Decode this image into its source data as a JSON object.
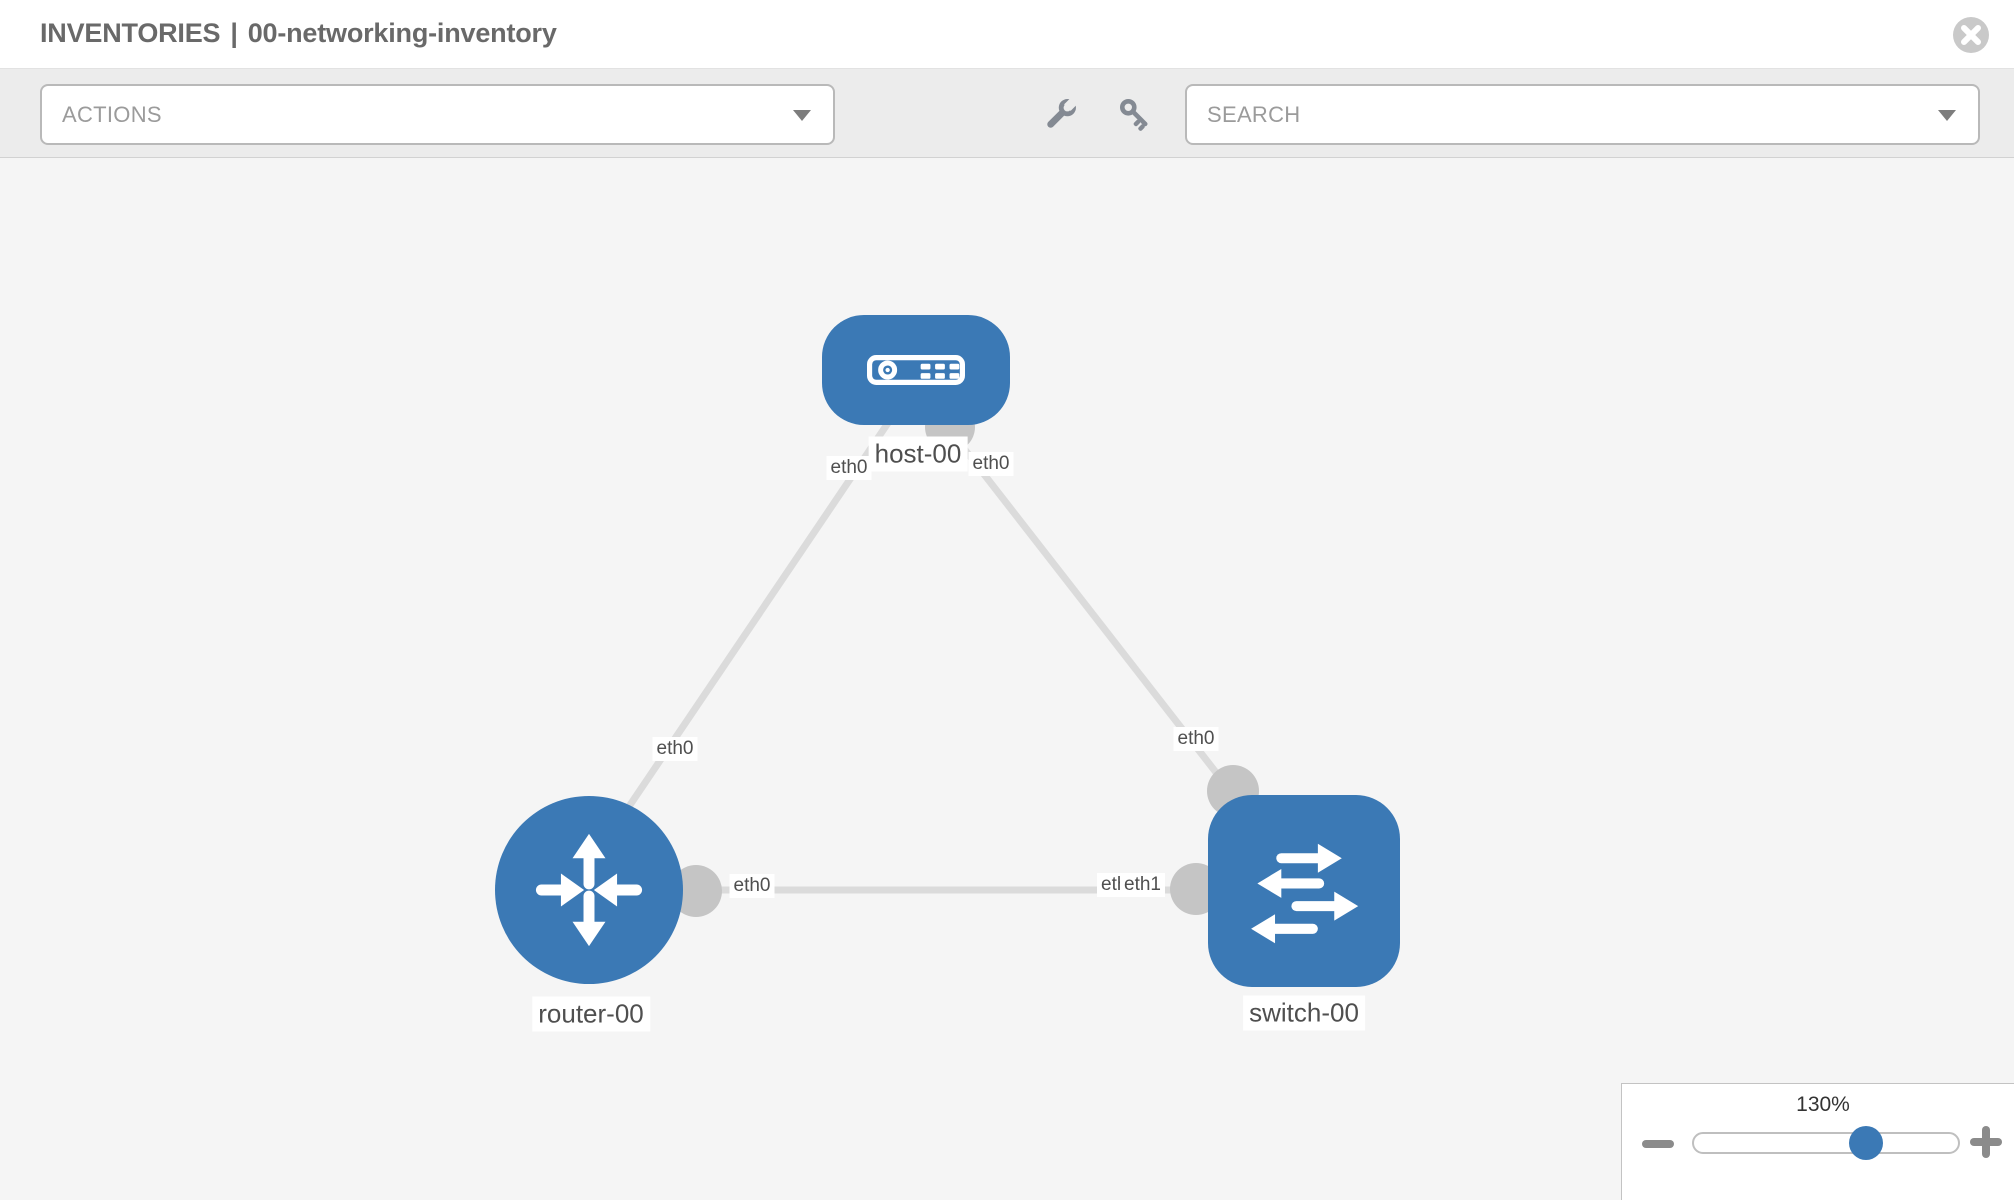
{
  "header": {
    "title_primary": "INVENTORIES",
    "title_separator": "|",
    "title_secondary": "00-networking-inventory",
    "close_icon": "circle-x-icon"
  },
  "toolbar": {
    "actions_dropdown": {
      "placeholder": "ACTIONS"
    },
    "search_dropdown": {
      "placeholder": "SEARCH"
    },
    "tool_icons": [
      "wrench-icon",
      "key-icon"
    ]
  },
  "graph": {
    "nodes": [
      {
        "label": "host-00",
        "type": "host"
      },
      {
        "label": "router-00",
        "type": "router"
      },
      {
        "label": "switch-00",
        "type": "switch"
      }
    ],
    "links": [
      {
        "from": "host-00",
        "from_interface": "eth0",
        "to": "router-00",
        "to_interface": "eth0"
      },
      {
        "from": "host-00",
        "from_interface": "eth0",
        "to": "switch-00",
        "to_interface": "eth0"
      },
      {
        "from": "router-00",
        "from_interface": "eth0",
        "to": "switch-00",
        "to_interface": "eth1"
      }
    ],
    "overlapped_interface_label": "eth0"
  },
  "zoom_control": {
    "level": "130%",
    "minus_icon": "minus-icon",
    "plus_icon": "plus-icon"
  },
  "colors": {
    "node_blue": "#3b79b5",
    "edge_gray": "#dbdbdb",
    "interface_gray": "#c5c5c5",
    "toolbar_bg": "#ececec",
    "canvas_bg": "#f5f5f5"
  }
}
